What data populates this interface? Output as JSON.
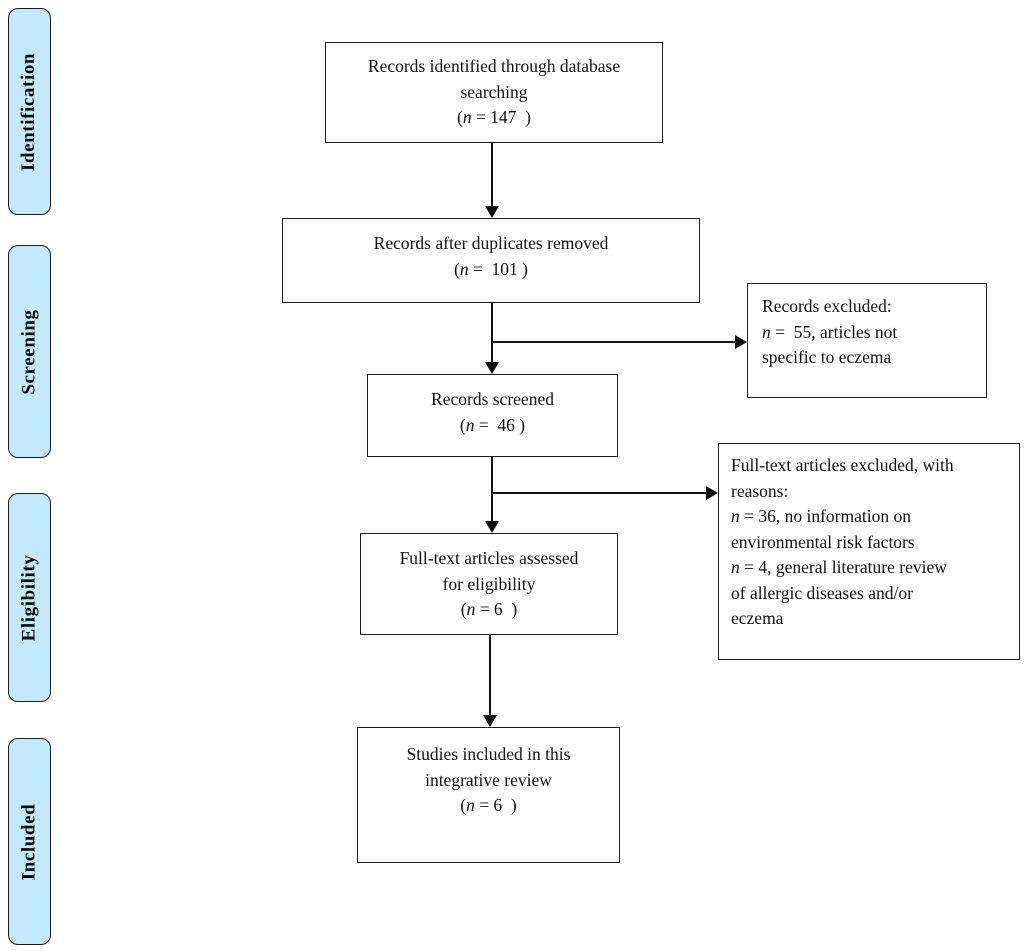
{
  "diagram_title": "PRISMA-style study selection flow diagram",
  "colors": {
    "stage_fill": "#c3e9fa",
    "stage_border": "#1c1c1c",
    "box_border": "#1c1c1c",
    "arrow": "#111111",
    "text": "#111111"
  },
  "sidebar": {
    "labels": {
      "identification": "Identification",
      "screening": "Screening",
      "eligibility": "Eligibility",
      "included": "Included"
    }
  },
  "boxes": {
    "identified": {
      "line1": "Records identified through database",
      "line2": "searching",
      "count_pre": "(",
      "count_n": "n",
      "count_post": " = 147  )"
    },
    "duplicates": {
      "line1": "Records after duplicates removed",
      "count_pre": "(",
      "count_n": "n",
      "count_post": " =  101 )"
    },
    "records_excluded": {
      "line1": "Records excluded:",
      "line2_n": "n",
      "line2_rest": " =  55, articles not",
      "line3": "specific to eczema"
    },
    "screened": {
      "line1": "Records screened",
      "count_pre": "(",
      "count_n": "n",
      "count_post": " =  46 )"
    },
    "fulltext_excluded": {
      "line1": "Full-text articles excluded, with",
      "line2": "reasons:",
      "line3_n": "n",
      "line3_rest": " = 36, no information on",
      "line4": "environmental risk factors",
      "line5_n": "n",
      "line5_rest": " = 4, general literature review",
      "line6": "of allergic diseases and/or",
      "line7": "eczema"
    },
    "assessed": {
      "line1": "Full-text articles assessed",
      "line2": "for eligibility",
      "count_pre": "(",
      "count_n": "n",
      "count_post": " = 6  )"
    },
    "included_studies": {
      "line1": "Studies included in this",
      "line2": "integrative review",
      "count_pre": "(",
      "count_n": "n",
      "count_post": " = 6  )"
    }
  }
}
